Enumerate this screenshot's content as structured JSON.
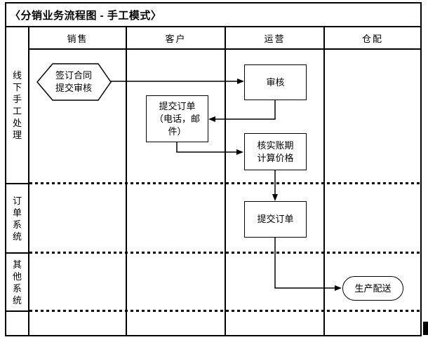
{
  "title": "〈分销业务流程图 - 手工模式〉",
  "columns": [
    {
      "label": "销售"
    },
    {
      "label": "客户"
    },
    {
      "label": "运营"
    },
    {
      "label": "仓配"
    }
  ],
  "rows": [
    {
      "label": "线下手工处理"
    },
    {
      "label": "订单系统"
    },
    {
      "label": "其他系统"
    }
  ],
  "nodes": {
    "sign_contract": "签订合同\n提交审核",
    "review": "审核",
    "submit_order_phone": "提交订单\n（电话，邮\n件）",
    "verify_terms_pricing": "核实账期\n计算价格",
    "submit_order": "提交订单",
    "production_delivery": "生产配送"
  },
  "colors": {
    "line": "#000000",
    "background": "#ffffff",
    "text": "#000000"
  }
}
